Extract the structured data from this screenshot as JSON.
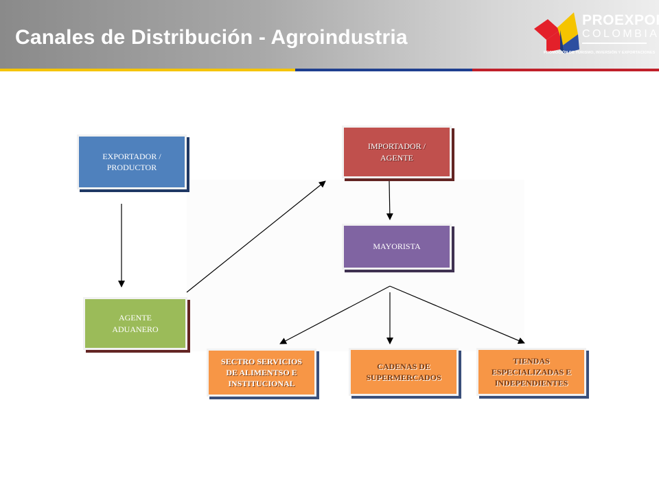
{
  "header": {
    "title": "Canales de Distribución - Agroindustria",
    "logo": {
      "name": "PROEXPORT",
      "country": "COLOMBIA",
      "tagline": "PROMOCIÓN DE TURISMO, INVERSIÓN Y EXPORTACIONES",
      "colors": {
        "yellow": "#f5c400",
        "blue": "#2d4fa0",
        "red": "#e3202a"
      }
    },
    "stripe_colors": [
      "#f5c400",
      "#1f3f8f",
      "#c0202a"
    ]
  },
  "diagram": {
    "nodes": {
      "exportador": {
        "line1": "EXPORTADOR  /",
        "line2": "PRODUCTOR",
        "color": "#4f81bd"
      },
      "importador": {
        "line1": "IMPORTADOR  /",
        "line2": "AGENTE",
        "color": "#c0504d"
      },
      "mayorista": {
        "label": "MAYORISTA",
        "color": "#8064a2"
      },
      "agente_aduanero": {
        "line1": "AGENTE",
        "line2": "ADUANERO",
        "color": "#9bbb59"
      },
      "servicios": {
        "line1": "SECTRO SERVICIOS",
        "line2": "DE ALIMENTSO E",
        "line3": "INSTITUCIONAL",
        "color": "#f79646"
      },
      "cadenas": {
        "line1": "CADENAS  DE",
        "line2": "SUPERMERCADOS",
        "color": "#f79646"
      },
      "tiendas": {
        "line1": "TIENDAS",
        "line2": "ESPECIALIZADAS  E",
        "line3": "INDEPENDIENTES",
        "color": "#f79646"
      }
    },
    "edges": [
      {
        "from": "exportador",
        "to": "agente_aduanero"
      },
      {
        "from": "agente_aduanero",
        "to": "importador"
      },
      {
        "from": "importador",
        "to": "mayorista"
      },
      {
        "from": "mayorista",
        "to": "servicios"
      },
      {
        "from": "mayorista",
        "to": "cadenas"
      },
      {
        "from": "mayorista",
        "to": "tiendas"
      }
    ]
  }
}
